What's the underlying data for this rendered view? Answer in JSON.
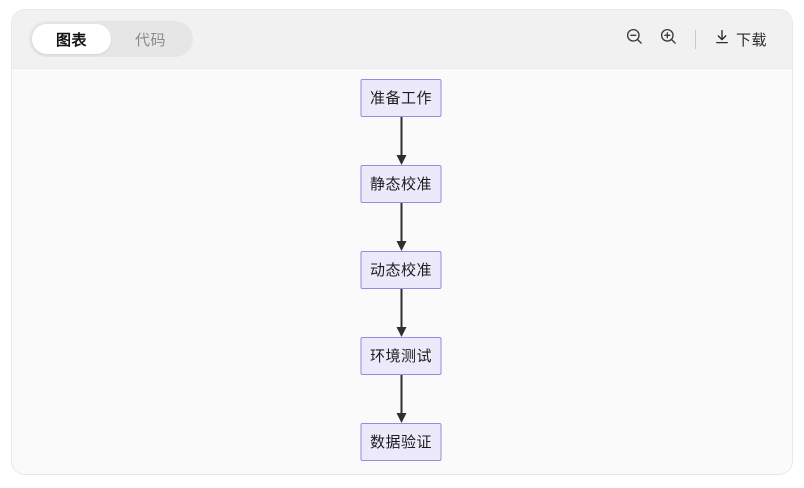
{
  "toolbar": {
    "tabs": [
      {
        "label": "图表",
        "name": "tab-chart",
        "active": true
      },
      {
        "label": "代码",
        "name": "tab-code",
        "active": false
      }
    ],
    "zoom_out_icon": "zoom-out-icon",
    "zoom_in_icon": "zoom-in-icon",
    "download_icon": "download-icon",
    "download_label": "下载"
  },
  "colors": {
    "node_fill": "#ECE9FB",
    "node_border": "#9C88E0",
    "arrow": "#2F2F2F",
    "canvas_bg": "#FAFAFA",
    "header_bg": "#F1F1F1",
    "active_tab_bg": "#FFFFFF"
  },
  "chart_data": {
    "type": "diagram",
    "subtype": "flowchart",
    "direction": "top-to-bottom",
    "title": "",
    "nodes": [
      {
        "id": "n1",
        "label": "准备工作"
      },
      {
        "id": "n2",
        "label": "静态校准"
      },
      {
        "id": "n3",
        "label": "动态校准"
      },
      {
        "id": "n4",
        "label": "环境测试"
      },
      {
        "id": "n5",
        "label": "数据验证"
      }
    ],
    "edges": [
      {
        "from": "n1",
        "to": "n2",
        "label": "",
        "arrow": "solid"
      },
      {
        "from": "n2",
        "to": "n3",
        "label": "",
        "arrow": "solid"
      },
      {
        "from": "n3",
        "to": "n4",
        "label": "",
        "arrow": "solid"
      },
      {
        "from": "n4",
        "to": "n5",
        "label": "",
        "arrow": "solid"
      }
    ]
  }
}
